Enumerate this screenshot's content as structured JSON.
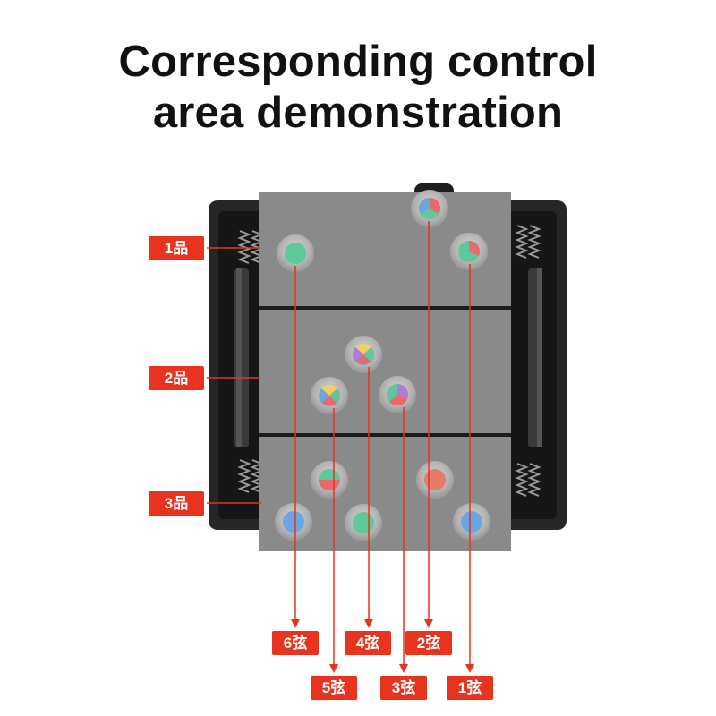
{
  "title": {
    "line1": "Corresponding control",
    "line2": "area demonstration"
  },
  "zones": [
    "1品",
    "2品",
    "3品"
  ],
  "strings": {
    "s6": "6弦",
    "s5": "5弦",
    "s4": "4弦",
    "s3": "3弦",
    "s2": "2弦",
    "s1": "1弦"
  },
  "colors": {
    "accent": "#e8331f",
    "plate": "#8a8a8a",
    "frame": "#262626"
  }
}
